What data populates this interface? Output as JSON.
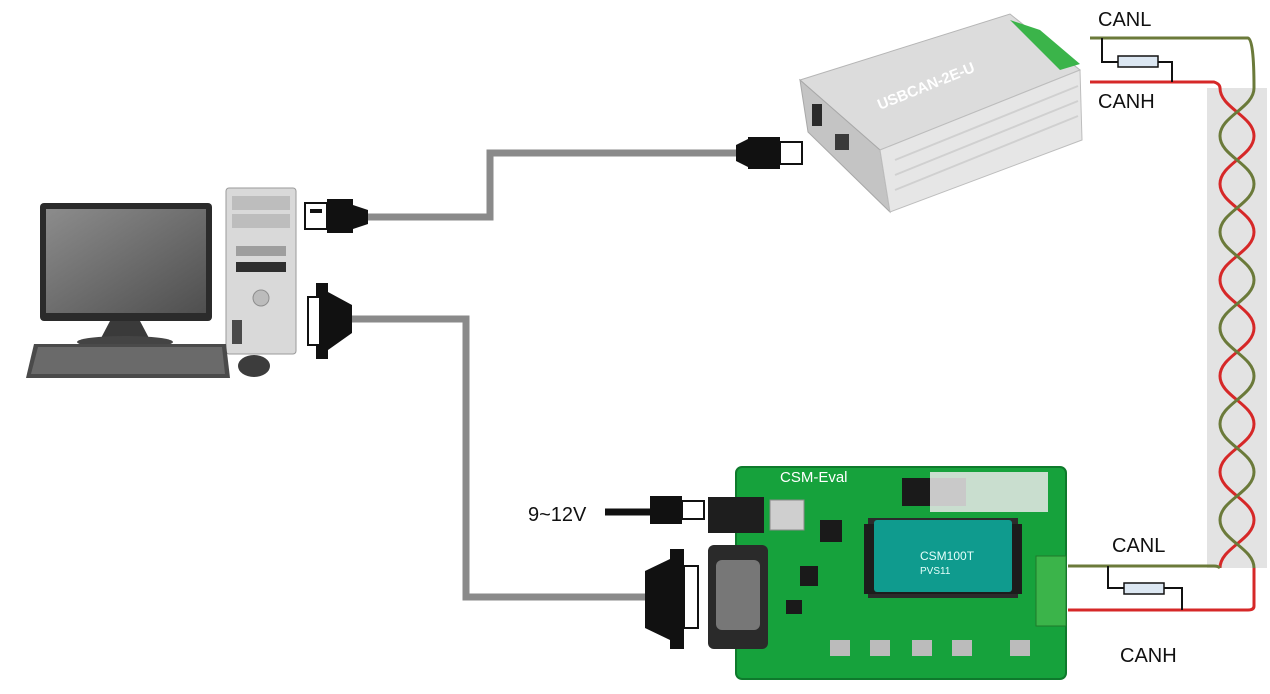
{
  "labels": {
    "canl_top": "CANL",
    "canh_top": "CANH",
    "canl_bottom": "CANL",
    "canh_bottom": "CANH",
    "power_input": "9~12V"
  },
  "devices": {
    "usbcan_brand": "USBCAN-2E-U",
    "eval_board_title": "CSM-Eval",
    "module_model": "CSM100T",
    "module_variant": "PVS11"
  },
  "colors": {
    "canl_wire": "#6b7a3a",
    "canh_wire": "#d62828",
    "cable": "#8a8a8a",
    "pcb_green": "#16a23c",
    "twist_band": "#e3e3e3"
  }
}
